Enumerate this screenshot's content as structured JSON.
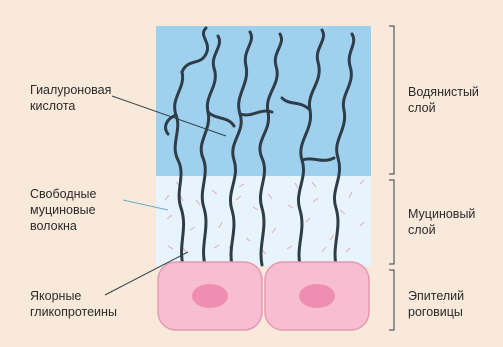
{
  "labels": {
    "hyaluronic_acid": [
      "Гиалуроновая",
      "кислота"
    ],
    "free_mucin_fibers": [
      "Свободные",
      "муциновые",
      "волокна"
    ],
    "anchor_glycoproteins": [
      "Якорные",
      "гликопротеины"
    ],
    "aqueous_layer": [
      "Водянистый",
      "слой"
    ],
    "mucin_layer": [
      "Муциновый",
      "слой"
    ],
    "corneal_epithelium": [
      "Эпителий",
      "роговицы"
    ]
  },
  "colors": {
    "background": "#f8e9db",
    "aqueous_layer": "#9fd1ee",
    "mucin_layer": "#e8f4fb",
    "epithelial_cell": "#f7bdd0",
    "cell_nucleus": "#ee8fb1",
    "chain": "#2e3d48",
    "fiber": "#e6a7b8"
  }
}
